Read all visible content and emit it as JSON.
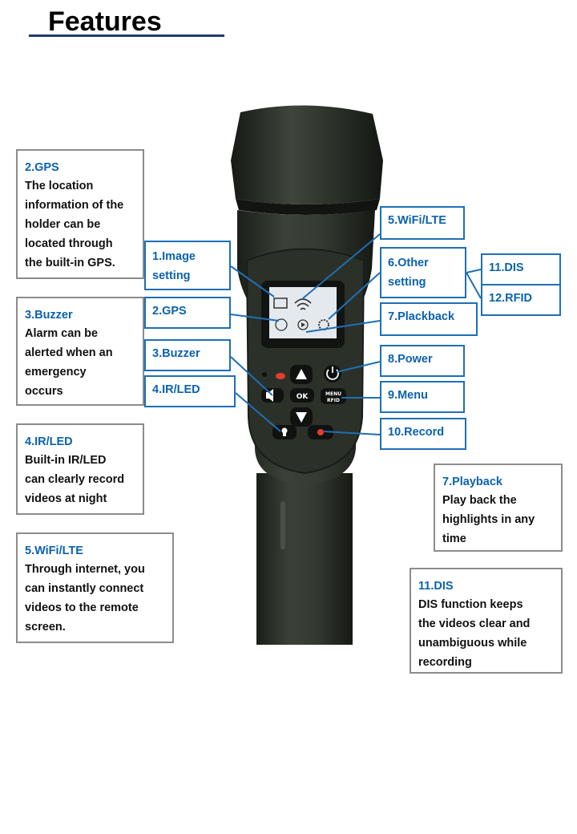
{
  "page_title": "Features",
  "colors": {
    "heading_blue": "#0a62ae",
    "label_border": "#1e6fb5",
    "box_border": "#8c8c8c",
    "title_rule": "#1f3a73",
    "device_body": "#2c3129"
  },
  "device": {
    "ok_key": "OK",
    "menu_key_line1": "MENU",
    "menu_key_line2": "RFID"
  },
  "descriptions": {
    "gps": {
      "title": "2.GPS",
      "lines": [
        "The location",
        "information of the",
        "holder can be",
        "located through",
        "the built-in  GPS."
      ]
    },
    "buzzer": {
      "title": "3.Buzzer",
      "lines": [
        "Alarm can be",
        "alerted when an",
        "emergency",
        "occurs"
      ]
    },
    "irled": {
      "title": "4.IR/LED",
      "lines": [
        "Built-in IR/LED",
        "can clearly record",
        "videos at night"
      ]
    },
    "wifi": {
      "title": "5.WiFi/LTE",
      "lines": [
        "Through internet, you",
        "can instantly connect",
        "videos to the remote",
        "screen."
      ]
    },
    "playback": {
      "title": "7.Playback",
      "lines": [
        "Play back the",
        "highlights in any",
        "time"
      ]
    },
    "dis": {
      "title": "11.DIS",
      "lines": [
        "DIS function keeps",
        "the videos clear and",
        "unambiguous while",
        "recording"
      ]
    }
  },
  "labels": {
    "image_setting": [
      "1.Image",
      "setting"
    ],
    "gps": "2.GPS",
    "buzzer": "3.Buzzer",
    "irled": "4.IR/LED",
    "wifi_lte": "5.WiFi/LTE",
    "other_setting": [
      "6.Other",
      "setting"
    ],
    "plackback": "7.Plackback",
    "power": "8.Power",
    "menu": "9.Menu",
    "record": "10.Record",
    "dis": "11.DIS",
    "rfid": "12.RFID"
  }
}
